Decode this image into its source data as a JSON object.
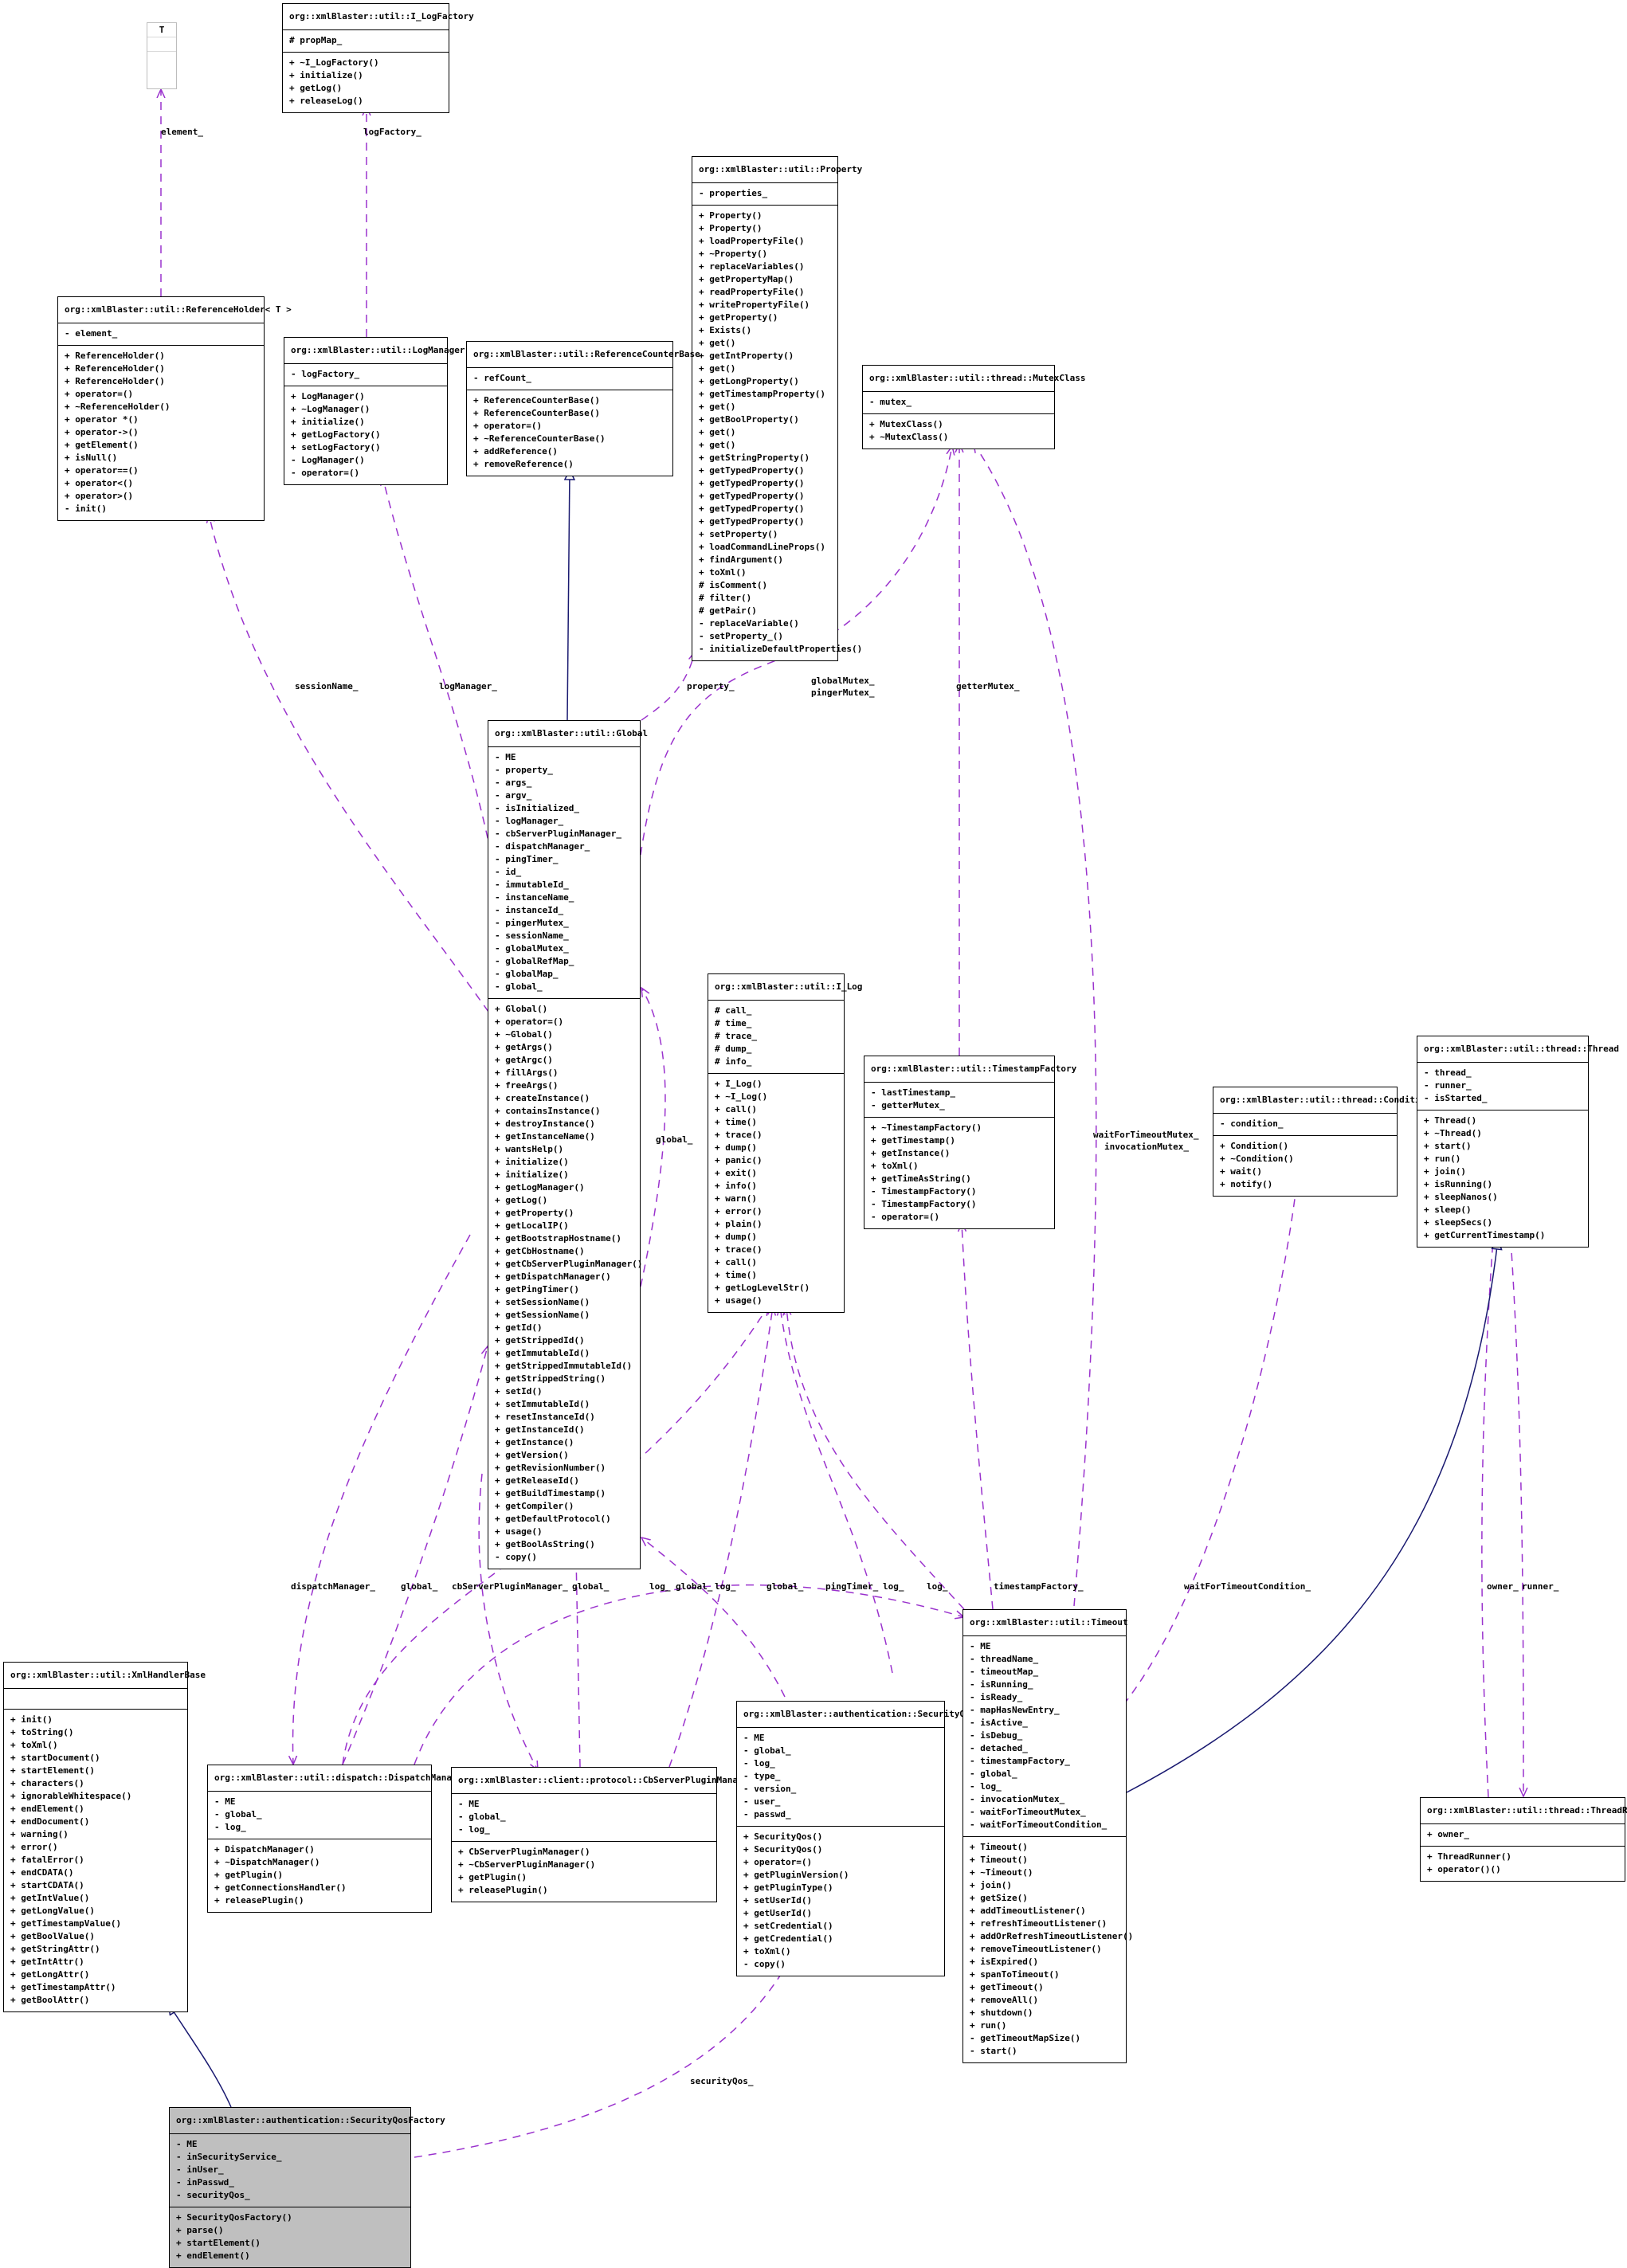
{
  "template_box": {
    "label": "T"
  },
  "classes": [
    {
      "id": "LogFactory",
      "title": "org::xmlBlaster::util::I_LogFactory",
      "attrs": [
        "# propMap_"
      ],
      "methods": [
        "+ ~I_LogFactory()",
        "+ initialize()",
        "+ getLog()",
        "+ releaseLog()"
      ]
    },
    {
      "id": "Property",
      "title": "org::xmlBlaster::util::Property",
      "attrs": [
        "- properties_"
      ],
      "methods": [
        "+ Property()",
        "+ Property()",
        "+ loadPropertyFile()",
        "+ ~Property()",
        "+ replaceVariables()",
        "+ getPropertyMap()",
        "+ readPropertyFile()",
        "+ writePropertyFile()",
        "+ getProperty()",
        "+ Exists()",
        "+ get()",
        "+ getIntProperty()",
        "+ get()",
        "+ getLongProperty()",
        "+ getTimestampProperty()",
        "+ get()",
        "+ getBoolProperty()",
        "+ get()",
        "+ get()",
        "+ getStringProperty()",
        "+ getTypedProperty()",
        "+ getTypedProperty()",
        "+ getTypedProperty()",
        "+ getTypedProperty()",
        "+ getTypedProperty()",
        "+ setProperty()",
        "+ loadCommandLineProps()",
        "+ findArgument()",
        "+ toXml()",
        "# isComment()",
        "# filter()",
        "# getPair()",
        "- replaceVariable()",
        "- setProperty_()",
        "- initializeDefaultProperties()"
      ]
    },
    {
      "id": "RefHolder",
      "title": "org::xmlBlaster::util::ReferenceHolder< T >",
      "attrs": [
        "- element_"
      ],
      "methods": [
        "+ ReferenceHolder()",
        "+ ReferenceHolder()",
        "+ ReferenceHolder()",
        "+ operator=()",
        "+ ~ReferenceHolder()",
        "+ operator *()",
        "+ operator->()",
        "+ getElement()",
        "+ isNull()",
        "+ operator==()",
        "+ operator<()",
        "+ operator>()",
        "- init()"
      ]
    },
    {
      "id": "LogManager",
      "title": "org::xmlBlaster::util::LogManager",
      "attrs": [
        "- logFactory_"
      ],
      "methods": [
        "+ LogManager()",
        "+ ~LogManager()",
        "+ initialize()",
        "+ getLogFactory()",
        "+ setLogFactory()",
        "- LogManager()",
        "- operator=()"
      ]
    },
    {
      "id": "RefCounter",
      "title": "org::xmlBlaster::util::ReferenceCounterBase",
      "attrs": [
        "- refCount_"
      ],
      "methods": [
        "+ ReferenceCounterBase()",
        "+ ReferenceCounterBase()",
        "+ operator=()",
        "+ ~ReferenceCounterBase()",
        "+ addReference()",
        "+ removeReference()"
      ]
    },
    {
      "id": "MutexClass",
      "title": "org::xmlBlaster::util::thread::MutexClass",
      "attrs": [
        "- mutex_"
      ],
      "methods": [
        "+ MutexClass()",
        "+ ~MutexClass()"
      ]
    },
    {
      "id": "Global",
      "title": "org::xmlBlaster::util::Global",
      "attrs": [
        "- ME",
        "- property_",
        "- args_",
        "- argv_",
        "- isInitialized_",
        "- logManager_",
        "- cbServerPluginManager_",
        "- dispatchManager_",
        "- pingTimer_",
        "- id_",
        "- immutableId_",
        "- instanceName_",
        "- instanceId_",
        "- pingerMutex_",
        "- sessionName_",
        "- globalMutex_",
        "- globalRefMap_",
        "- globalMap_",
        "- global_"
      ],
      "methods": [
        "+ Global()",
        "+ operator=()",
        "+ ~Global()",
        "+ getArgs()",
        "+ getArgc()",
        "+ fillArgs()",
        "+ freeArgs()",
        "+ createInstance()",
        "+ containsInstance()",
        "+ destroyInstance()",
        "+ getInstanceName()",
        "+ wantsHelp()",
        "+ initialize()",
        "+ initialize()",
        "+ getLogManager()",
        "+ getLog()",
        "+ getProperty()",
        "+ getLocalIP()",
        "+ getBootstrapHostname()",
        "+ getCbHostname()",
        "+ getCbServerPluginManager()",
        "+ getDispatchManager()",
        "+ getPingTimer()",
        "+ setSessionName()",
        "+ getSessionName()",
        "+ getId()",
        "+ getStrippedId()",
        "+ getImmutableId()",
        "+ getStrippedImmutableId()",
        "+ getStrippedString()",
        "+ setId()",
        "+ setImmutableId()",
        "+ resetInstanceId()",
        "+ getInstanceId()",
        "+ getInstance()",
        "+ getVersion()",
        "+ getRevisionNumber()",
        "+ getReleaseId()",
        "+ getBuildTimestamp()",
        "+ getCompiler()",
        "+ getDefaultProtocol()",
        "+ usage()",
        "+ getBoolAsString()",
        "- copy()"
      ]
    },
    {
      "id": "ILog",
      "title": "org::xmlBlaster::util::I_Log",
      "attrs": [
        "# call_",
        "# time_",
        "# trace_",
        "# dump_",
        "# info_"
      ],
      "methods": [
        "+ I_Log()",
        "+ ~I_Log()",
        "+ call()",
        "+ time()",
        "+ trace()",
        "+ dump()",
        "+ panic()",
        "+ exit()",
        "+ info()",
        "+ warn()",
        "+ error()",
        "+ plain()",
        "+ dump()",
        "+ trace()",
        "+ call()",
        "+ time()",
        "+ getLogLevelStr()",
        "+ usage()"
      ]
    },
    {
      "id": "TimestampFactory",
      "title": "org::xmlBlaster::util::TimestampFactory",
      "attrs": [
        "- lastTimestamp_",
        "- getterMutex_"
      ],
      "methods": [
        "+ ~TimestampFactory()",
        "+ getTimestamp()",
        "+ getInstance()",
        "+ toXml()",
        "+ getTimeAsString()",
        "- TimestampFactory()",
        "- TimestampFactory()",
        "- operator=()"
      ]
    },
    {
      "id": "Condition",
      "title": "org::xmlBlaster::util::thread::Condition",
      "attrs": [
        "- condition_"
      ],
      "methods": [
        "+ Condition()",
        "+ ~Condition()",
        "+ wait()",
        "+ notify()"
      ]
    },
    {
      "id": "Thread",
      "title": "org::xmlBlaster::util::thread::Thread",
      "attrs": [
        "- thread_",
        "- runner_",
        "- isStarted_"
      ],
      "methods": [
        "+ Thread()",
        "+ ~Thread()",
        "+ start()",
        "+ run()",
        "+ join()",
        "+ isRunning()",
        "+ sleepNanos()",
        "+ sleep()",
        "+ sleepSecs()",
        "+ getCurrentTimestamp()"
      ]
    },
    {
      "id": "XmlHandlerBase",
      "title": "org::xmlBlaster::util::XmlHandlerBase",
      "attrs": [],
      "methods": [
        "+ init()",
        "+ toString()",
        "+ toXml()",
        "+ startDocument()",
        "+ startElement()",
        "+ characters()",
        "+ ignorableWhitespace()",
        "+ endElement()",
        "+ endDocument()",
        "+ warning()",
        "+ error()",
        "+ fatalError()",
        "+ endCDATA()",
        "+ startCDATA()",
        "+ getIntValue()",
        "+ getLongValue()",
        "+ getTimestampValue()",
        "+ getBoolValue()",
        "+ getStringAttr()",
        "+ getIntAttr()",
        "+ getLongAttr()",
        "+ getTimestampAttr()",
        "+ getBoolAttr()"
      ]
    },
    {
      "id": "DispatchManager",
      "title": "org::xmlBlaster::util::dispatch::DispatchManager",
      "attrs": [
        "- ME",
        "- global_",
        "- log_"
      ],
      "methods": [
        "+ DispatchManager()",
        "+ ~DispatchManager()",
        "+ getPlugin()",
        "+ getConnectionsHandler()",
        "+ releasePlugin()"
      ]
    },
    {
      "id": "CbServerPluginManager",
      "title": "org::xmlBlaster::client::protocol::CbServerPluginManager",
      "attrs": [
        "- ME",
        "- global_",
        "- log_"
      ],
      "methods": [
        "+ CbServerPluginManager()",
        "+ ~CbServerPluginManager()",
        "+ getPlugin()",
        "+ releasePlugin()"
      ]
    },
    {
      "id": "SecurityQos",
      "title": "org::xmlBlaster::authentication::SecurityQos",
      "attrs": [
        "- ME",
        "- global_",
        "- log_",
        "- type_",
        "- version_",
        "- user_",
        "- passwd_"
      ],
      "methods": [
        "+ SecurityQos()",
        "+ SecurityQos()",
        "+ operator=()",
        "+ getPluginVersion()",
        "+ getPluginType()",
        "+ setUserId()",
        "+ getUserId()",
        "+ setCredential()",
        "+ getCredential()",
        "+ toXml()",
        "- copy()"
      ]
    },
    {
      "id": "Timeout",
      "title": "org::xmlBlaster::util::Timeout",
      "attrs": [
        "- ME",
        "- threadName_",
        "- timeoutMap_",
        "- isRunning_",
        "- isReady_",
        "- mapHasNewEntry_",
        "- isActive_",
        "- isDebug_",
        "- detached_",
        "- timestampFactory_",
        "- global_",
        "- log_",
        "- invocationMutex_",
        "- waitForTimeoutMutex_",
        "- waitForTimeoutCondition_"
      ],
      "methods": [
        "+ Timeout()",
        "+ Timeout()",
        "+ ~Timeout()",
        "+ join()",
        "+ getSize()",
        "+ addTimeoutListener()",
        "+ refreshTimeoutListener()",
        "+ addOrRefreshTimeoutListener()",
        "+ removeTimeoutListener()",
        "+ isExpired()",
        "+ spanToTimeout()",
        "+ getTimeout()",
        "+ removeAll()",
        "+ shutdown()",
        "+ run()",
        "- getTimeoutMapSize()",
        "- start()"
      ]
    },
    {
      "id": "ThreadRunner",
      "title": "org::xmlBlaster::util::thread::ThreadRunner",
      "attrs": [
        "+ owner_"
      ],
      "methods": [
        "+ ThreadRunner()",
        "+ operator()()"
      ]
    },
    {
      "id": "SecurityQosFactory",
      "title": "org::xmlBlaster::authentication::SecurityQosFactory",
      "attrs": [
        "- ME",
        "- inSecurityService_",
        "- inUser_",
        "- inPasswd_",
        "- securityQos_"
      ],
      "methods": [
        "+ SecurityQosFactory()",
        "+ parse()",
        "+ startElement()",
        "+ endElement()"
      ]
    }
  ],
  "edge_labels": [
    {
      "id": "element",
      "text": "element_"
    },
    {
      "id": "logFactory",
      "text": "logFactory_"
    },
    {
      "id": "sessionName",
      "text": "sessionName_"
    },
    {
      "id": "logManager",
      "text": "logManager_"
    },
    {
      "id": "property",
      "text": "property_"
    },
    {
      "id": "globalMutex",
      "text": "globalMutex_"
    },
    {
      "id": "pingerMutex",
      "text": "pingerMutex_"
    },
    {
      "id": "getterMutex",
      "text": "getterMutex_"
    },
    {
      "id": "global_self",
      "text": "global_"
    },
    {
      "id": "waitForTimeoutMutex",
      "text": "waitForTimeoutMutex_"
    },
    {
      "id": "invocationMutex",
      "text": "invocationMutex_"
    },
    {
      "id": "dispatchManager",
      "text": "dispatchManager_"
    },
    {
      "id": "global_dm",
      "text": "global_"
    },
    {
      "id": "cbServerPluginManager",
      "text": "cbServerPluginManager_"
    },
    {
      "id": "global_cb",
      "text": "global_"
    },
    {
      "id": "log_1",
      "text": "log_"
    },
    {
      "id": "global_log",
      "text": "global_"
    },
    {
      "id": "log_2",
      "text": "log_"
    },
    {
      "id": "global_sq",
      "text": "global_"
    },
    {
      "id": "pingTimer",
      "text": "pingTimer_"
    },
    {
      "id": "log_3",
      "text": "log_"
    },
    {
      "id": "log_4",
      "text": "log_"
    },
    {
      "id": "timestampFactory",
      "text": "timestampFactory_"
    },
    {
      "id": "waitForTimeoutCondition",
      "text": "waitForTimeoutCondition_"
    },
    {
      "id": "owner",
      "text": "owner_"
    },
    {
      "id": "runner",
      "text": "runner_"
    },
    {
      "id": "securityQos",
      "text": "securityQos_"
    }
  ],
  "colors": {
    "usage_edge": "#9a32cd",
    "inherit_edge": "#191970",
    "highlight_fill": "#bfbfbf"
  }
}
